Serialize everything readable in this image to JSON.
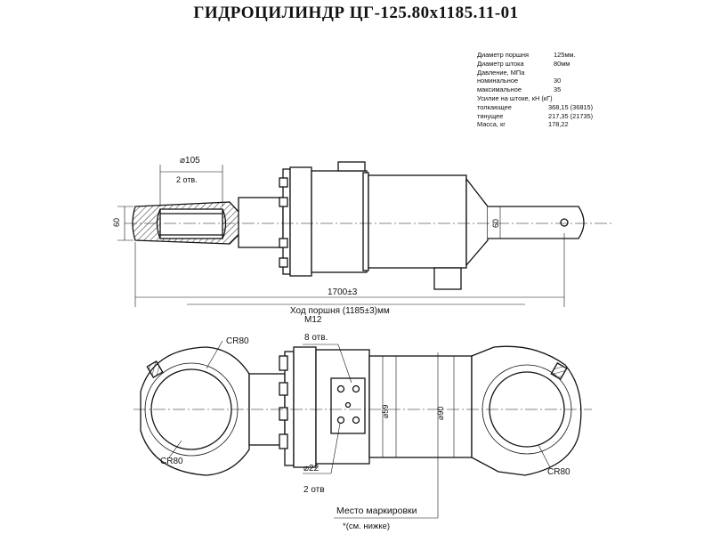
{
  "title": "ГИДРОЦИЛИНДР ЦГ-125.80х1185.11-01",
  "specs": [
    {
      "label": "Диаметр поршня",
      "value": "125мм."
    },
    {
      "label": "Диаметр штока",
      "value": "80мм"
    },
    {
      "label": "Давление, МПа",
      "value": ""
    },
    {
      "label": "номинальное",
      "value": "30"
    },
    {
      "label": "максимальное",
      "value": "35"
    },
    {
      "label": "Усилие на штоке, кН (кГ)",
      "value": ""
    },
    {
      "label": "толкающее",
      "value": "368,15 (36815)"
    },
    {
      "label": "тянущее",
      "value": "217,35 (21735)"
    },
    {
      "label": "Масса, кг",
      "value": "178,22"
    }
  ],
  "dims": {
    "d105": "⌀105",
    "two_holes": "2 отв.",
    "h60_left": "60",
    "h60_right": "60",
    "len_1700": "1700±3",
    "stroke": "Ход поршня (1185±3)мм",
    "m12": "М12",
    "eight_holes": "8 отв.",
    "cr80_tl": "CR80",
    "cr80_bl": "CR80",
    "cr80_br": "CR80",
    "d59": "⌀59",
    "d90": "⌀90",
    "d22": "⌀22",
    "two_holes_b": "2 отв",
    "marking": "Место маркировки",
    "marking_sub": "*(см. нижке)"
  },
  "colors": {
    "ink": "#111111",
    "paper": "#ffffff"
  }
}
